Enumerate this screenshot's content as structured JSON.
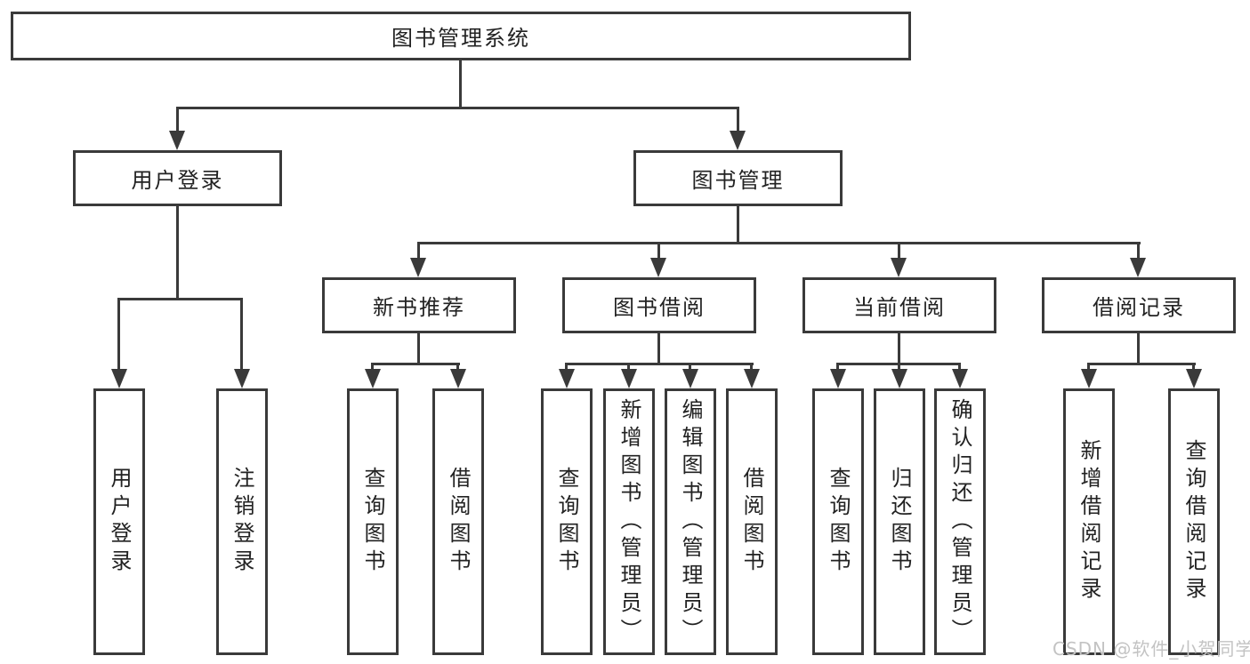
{
  "tree": {
    "root": {
      "label": "图书管理系统",
      "children": [
        {
          "label": "用户登录",
          "children": [
            {
              "label": "用户登录"
            },
            {
              "label": "注销登录"
            }
          ]
        },
        {
          "label": "图书管理",
          "children": [
            {
              "label": "新书推荐",
              "children": [
                {
                  "label": "查询图书"
                },
                {
                  "label": "借阅图书"
                }
              ]
            },
            {
              "label": "图书借阅",
              "children": [
                {
                  "label": "查询图书"
                },
                {
                  "label": "新增图书（管理员）"
                },
                {
                  "label": "编辑图书（管理员）"
                },
                {
                  "label": "借阅图书"
                }
              ]
            },
            {
              "label": "当前借阅",
              "children": [
                {
                  "label": "查询图书"
                },
                {
                  "label": "归还图书"
                },
                {
                  "label": "确认归还（管理员）"
                }
              ]
            },
            {
              "label": "借阅记录",
              "children": [
                {
                  "label": "新增借阅记录"
                },
                {
                  "label": "查询借阅记录"
                }
              ]
            }
          ]
        }
      ]
    }
  },
  "watermark": {
    "text": "CSDN @软件_小贺同学"
  },
  "colors": {
    "line": "#3a3a3a",
    "text": "#222222",
    "background": "#ffffff",
    "watermark": "#c3c3c3"
  }
}
